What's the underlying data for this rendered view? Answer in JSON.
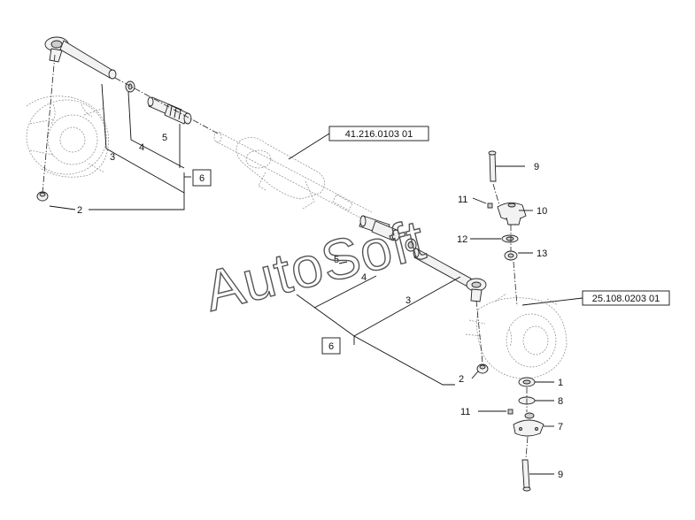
{
  "watermark": "AutoSoft",
  "references": {
    "steering_box": "41.216.0103 01",
    "axle": "25.108.0203 01"
  },
  "callouts": {
    "upper_2": "2",
    "upper_3": "3",
    "upper_4": "4",
    "upper_5": "5",
    "upper_6": "6",
    "mid_3": "3",
    "mid_4": "4",
    "mid_5": "5",
    "mid_6": "6",
    "lower_2": "2",
    "right_9_top": "9",
    "right_10": "10",
    "right_11_top": "11",
    "right_12": "12",
    "right_13": "13",
    "right_1": "1",
    "right_8": "8",
    "right_11_bottom": "11",
    "right_7": "7",
    "right_9_bottom": "9"
  }
}
